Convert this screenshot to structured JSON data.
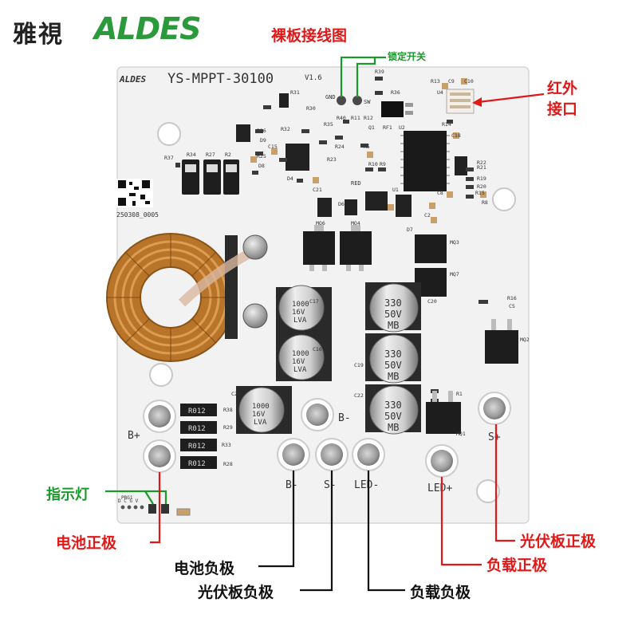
{
  "brand": {
    "name_cn": "雅視",
    "name_en": "ALDES"
  },
  "diagram": {
    "title": "裸板接线图"
  },
  "board": {
    "model": "YS-MPPT-30100",
    "version": "V1.6",
    "logo_text": "ALDES",
    "batch": "250308_0005",
    "silkscreen": {
      "b_plus": "B+",
      "b_minus_top": "B-",
      "b_minus": "B-",
      "s_minus": "S-",
      "led_minus": "LED-",
      "led_plus": "LED+",
      "s_plus": "S+",
      "gnd": "GND",
      "sw": "SW",
      "red": "RED",
      "prg1": "PRG1",
      "dcgv": "D C G V"
    },
    "capacitors": [
      {
        "value": "1000",
        "voltage": "16V",
        "series": "LVA"
      },
      {
        "value": "1000",
        "voltage": "16V",
        "series": "LVA"
      },
      {
        "value": "1000",
        "voltage": "16V",
        "series": "LVA"
      },
      {
        "value": "330",
        "voltage": "50V",
        "series": "MB"
      },
      {
        "value": "330",
        "voltage": "50V",
        "series": "MB"
      },
      {
        "value": "330",
        "voltage": "50V",
        "series": "MB"
      }
    ],
    "resistors": [
      "R012",
      "R012",
      "R012",
      "R012"
    ],
    "refs": [
      "R31",
      "R30",
      "R39",
      "R36",
      "R13",
      "C9",
      "C10",
      "U4",
      "R14",
      "R26",
      "D9",
      "R25",
      "C15",
      "R32",
      "R35",
      "R40",
      "R11",
      "R12",
      "Q1",
      "RF1",
      "U2",
      "R34",
      "R27",
      "R2",
      "R37",
      "R33",
      "R24",
      "R5",
      "C18",
      "R21",
      "R23",
      "R22",
      "R19",
      "R20",
      "R10",
      "R9",
      "D4",
      "C21",
      "D6",
      "MO4",
      "MO6",
      "U1",
      "C2",
      "D7",
      "MQ3",
      "MQ7",
      "C17",
      "C16",
      "C23",
      "C20",
      "C19",
      "C22",
      "R16",
      "C5",
      "MQ2",
      "R28",
      "R29",
      "R38",
      "R1",
      "MQ1",
      "R8",
      "R15",
      "D8",
      "C8"
    ]
  },
  "annotations": {
    "lock_switch": "锁定开关",
    "ir_port_line1": "红外",
    "ir_port_line2": "接口",
    "indicator": "指示灯",
    "battery_positive": "电池正极",
    "battery_negative": "电池负极",
    "pv_negative": "光伏板负极",
    "load_negative": "负载负极",
    "load_positive": "负载正极",
    "pv_positive": "光伏板正极"
  },
  "colors": {
    "annotation_red": "#e01818",
    "annotation_green": "#1a9a2a",
    "annotation_black": "#111111",
    "brand_green": "#2a9a3a",
    "copper": "#b8752a"
  }
}
